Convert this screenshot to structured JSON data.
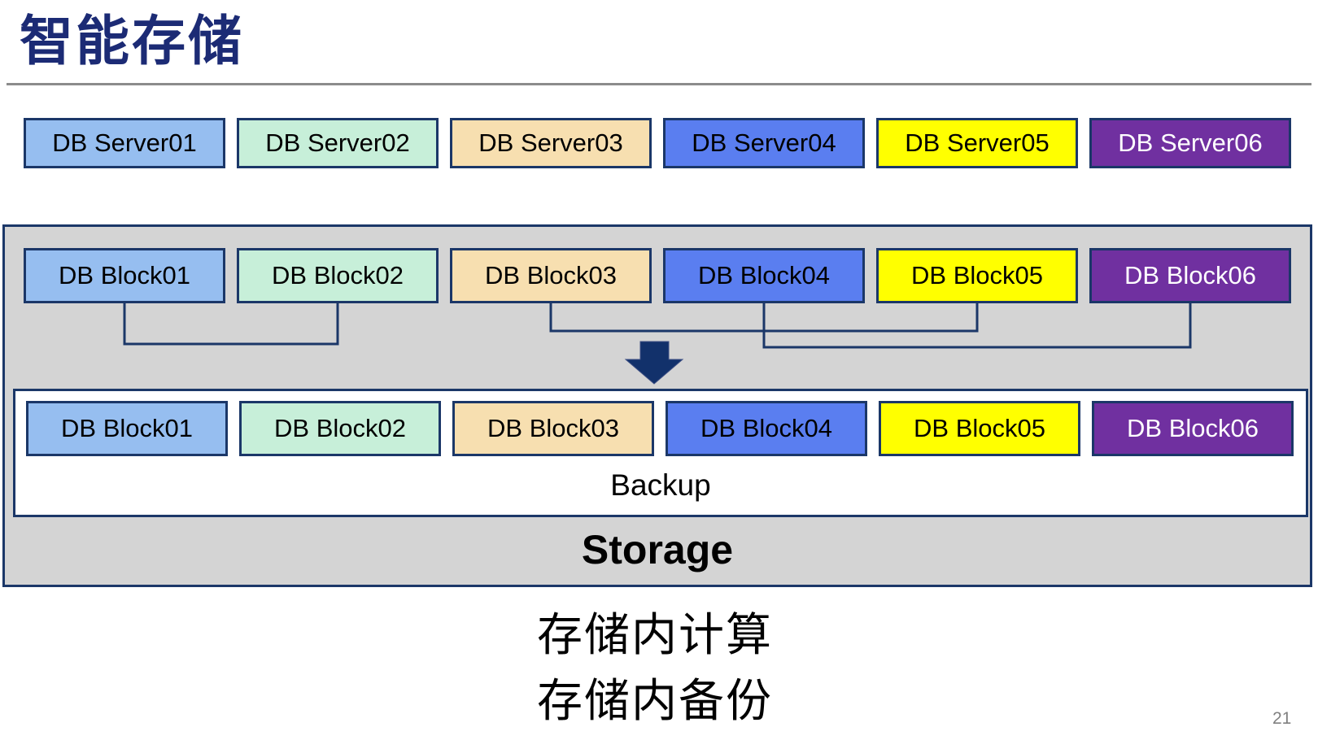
{
  "slide": {
    "title": "智能存储",
    "page_number": "21"
  },
  "colors": {
    "title_text": "#1C2B75",
    "box_border": "#1B3768",
    "container_fill": "#D4D4D4",
    "container_border": "#1B3768",
    "connector_line": "#1B3768",
    "arrow_fill": "#12316B",
    "title_rule": "#8C8C8C",
    "page_number_text": "#808080",
    "palette": [
      {
        "name": "light-blue",
        "fill": "#96BEF0",
        "text": "#000000"
      },
      {
        "name": "mint-green",
        "fill": "#C7EFD9",
        "text": "#000000"
      },
      {
        "name": "wheat",
        "fill": "#F7DFB0",
        "text": "#000000"
      },
      {
        "name": "royal-blue",
        "fill": "#5A7EF0",
        "text": "#000000"
      },
      {
        "name": "yellow",
        "fill": "#FFFF00",
        "text": "#000000"
      },
      {
        "name": "purple",
        "fill": "#7030A0",
        "text": "#FFFFFF"
      }
    ]
  },
  "server_row": {
    "items": [
      {
        "label": "DB Server01"
      },
      {
        "label": "DB Server02"
      },
      {
        "label": "DB Server03"
      },
      {
        "label": "DB Server04"
      },
      {
        "label": "DB Server05"
      },
      {
        "label": "DB Server06"
      }
    ]
  },
  "storage_container": {
    "label": "Storage",
    "block_row_top": {
      "items": [
        {
          "label": "DB Block01"
        },
        {
          "label": "DB Block02"
        },
        {
          "label": "DB Block03"
        },
        {
          "label": "DB Block04"
        },
        {
          "label": "DB Block05"
        },
        {
          "label": "DB Block06"
        }
      ]
    },
    "backup_box": {
      "label": "Backup",
      "block_row_bottom": {
        "items": [
          {
            "label": "DB Block01"
          },
          {
            "label": "DB Block02"
          },
          {
            "label": "DB Block03"
          },
          {
            "label": "DB Block04"
          },
          {
            "label": "DB Block05"
          },
          {
            "label": "DB Block06"
          }
        ]
      }
    }
  },
  "annotations": {
    "line1": "存储内计算",
    "line2": "存储内备份"
  }
}
